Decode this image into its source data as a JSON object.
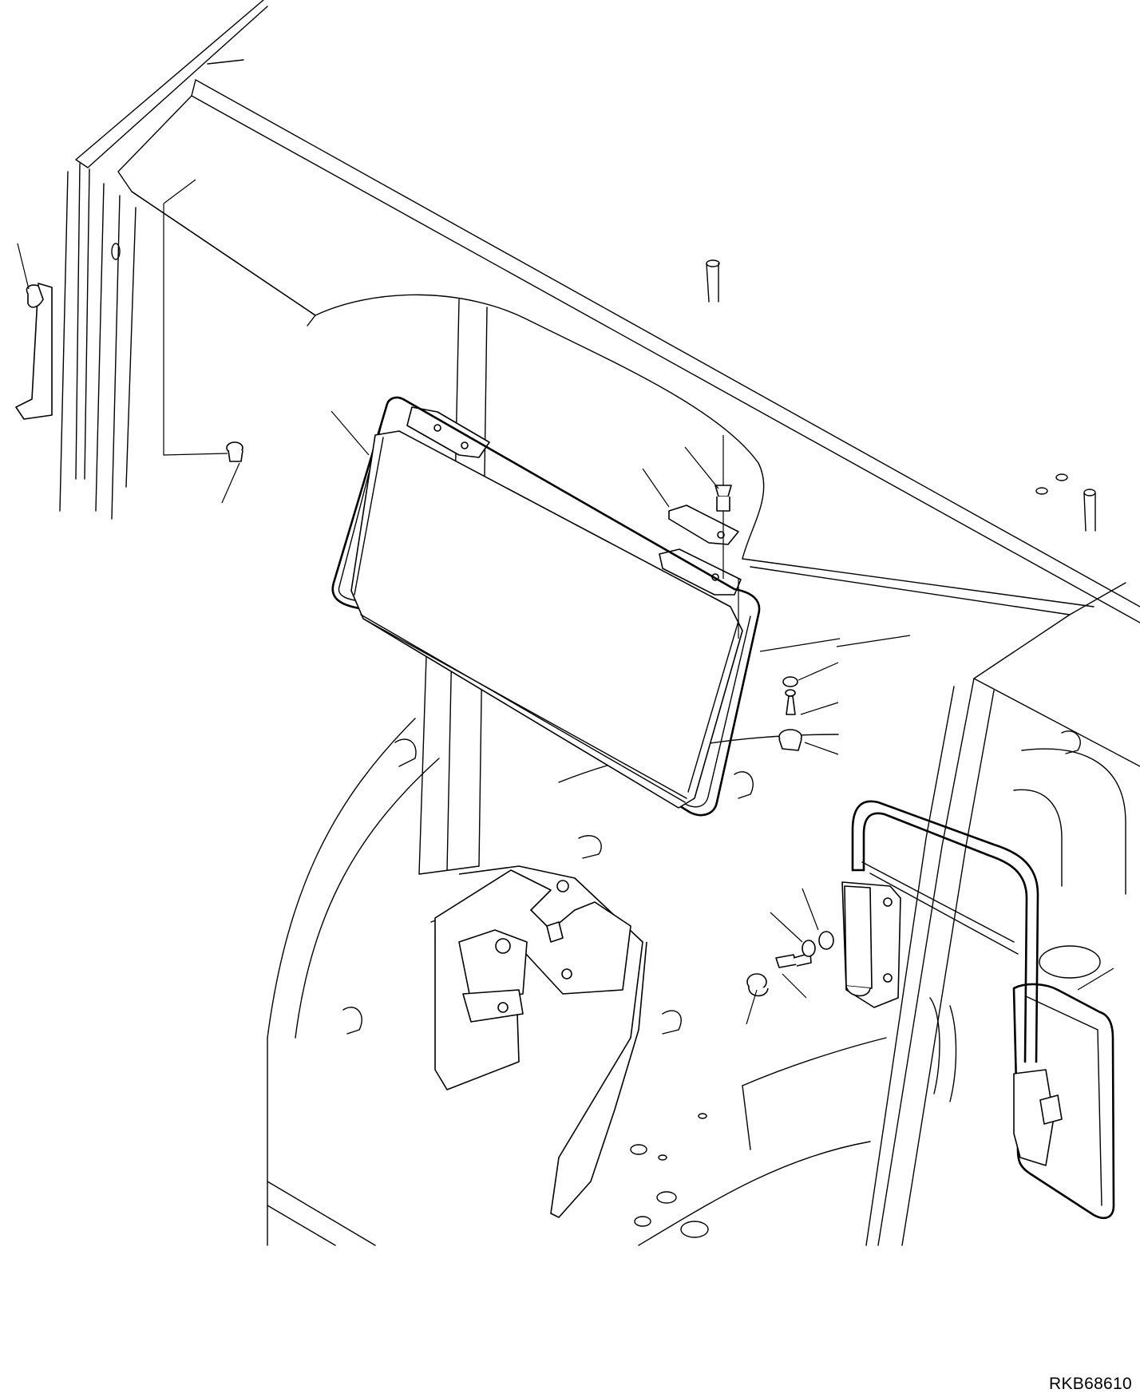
{
  "drawing": {
    "code": "RKB68610",
    "parts": [
      {
        "id": "cab-frame"
      },
      {
        "id": "rear-view-mirror"
      },
      {
        "id": "side-mirror"
      },
      {
        "id": "mounting-bracket"
      },
      {
        "id": "plug-cap"
      },
      {
        "id": "bolt"
      },
      {
        "id": "washer"
      },
      {
        "id": "nut"
      }
    ]
  }
}
